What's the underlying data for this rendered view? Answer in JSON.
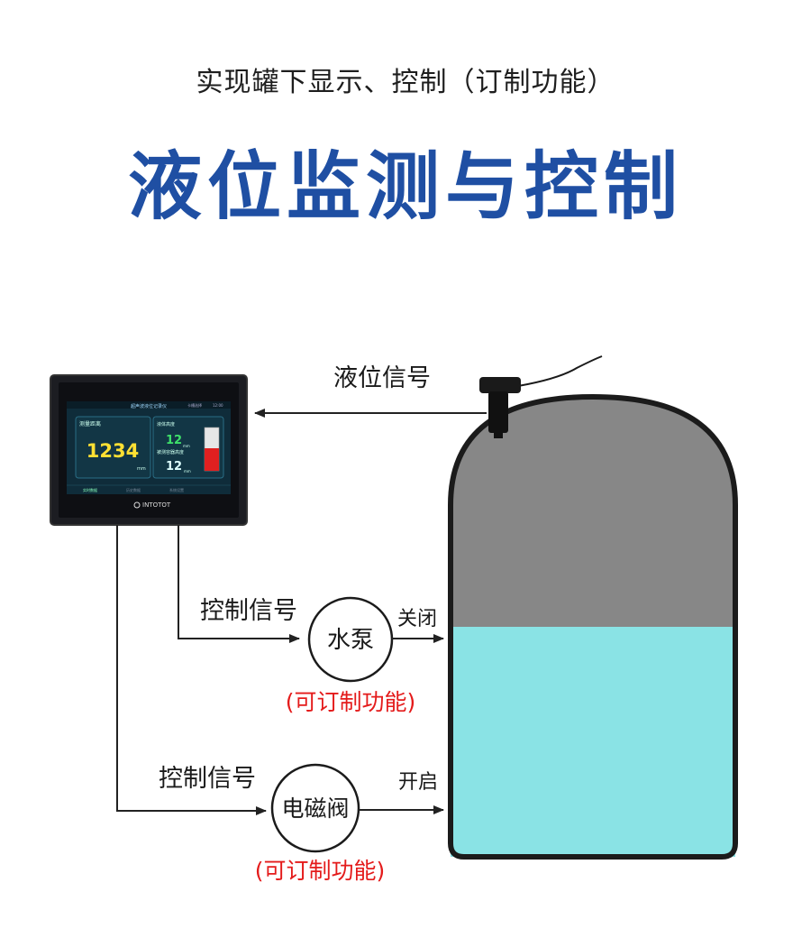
{
  "header": {
    "subtitle": "实现罐下显示、控制（订制功能）",
    "title": "液位监测与控制"
  },
  "labels": {
    "level_signal": "液位信号",
    "control_signal_1": "控制信号",
    "control_signal_2": "控制信号",
    "pump": "水泵",
    "valve": "电磁阀",
    "pump_action": "关闭",
    "valve_action": "开启",
    "custom_1": "(可订制功能)",
    "custom_2": "(可订制功能)"
  },
  "display": {
    "screen_title": "超声波液位记录仪",
    "top_right_1": "卡槽选择",
    "top_right_2": "12:00",
    "measure_label": "测量距离",
    "measure_value": "1234",
    "measure_unit": "mm",
    "liquid_label": "液体高度",
    "liquid_value": "12",
    "liquid_unit": "mm",
    "empty_label": "被测容器高度",
    "empty_value": "12",
    "empty_unit": "mm",
    "tab_1": "实时数据",
    "tab_2": "历史数据",
    "tab_3": "系统设置",
    "brand": "INTOTOT"
  },
  "colors": {
    "title_blue": "#1f4fa3",
    "red_text": "#e41b1b",
    "liquid": "#8ae3e5",
    "tank_gray": "#878787",
    "value_yellow": "#ffe033",
    "value_green": "#3ee06a"
  }
}
